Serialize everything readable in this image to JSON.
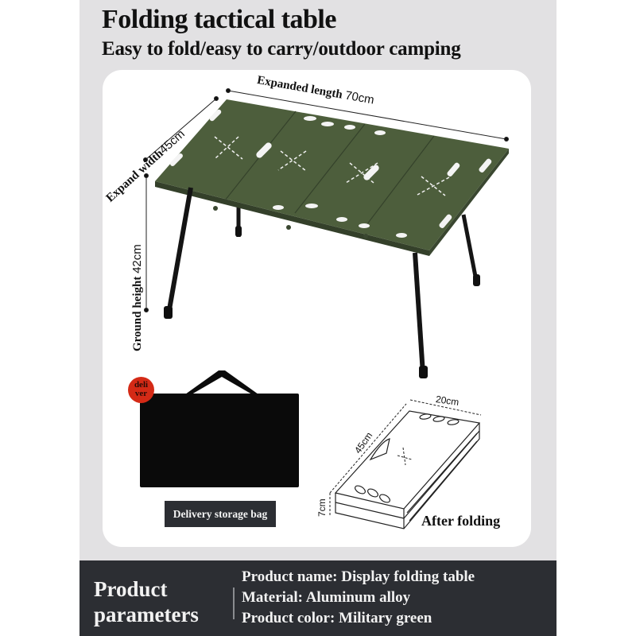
{
  "header": {
    "title": "Folding tactical table",
    "subtitle": "Easy to fold/easy to carry/outdoor camping"
  },
  "dimensions": {
    "length_label": "Expanded length",
    "length_value": "70cm",
    "width_label": "Expand width",
    "width_value": "45cm",
    "height_label": "Ground height",
    "height_value": "42cm"
  },
  "bag": {
    "badge_text": "deli ver",
    "label": "Delivery storage bag"
  },
  "folded": {
    "width": "20cm",
    "length": "45cm",
    "thickness": "7cm",
    "label": "After folding"
  },
  "footer": {
    "title": "Product parameters",
    "params": [
      "Product name: Display folding table",
      "Material: Aluminum alloy",
      "Product color: Military green"
    ]
  },
  "colors": {
    "table_green": "#4a5b3a",
    "panel_gray": "#e2e1e3",
    "footer_dark": "#2c2e33",
    "badge_red": "#d42a16"
  }
}
